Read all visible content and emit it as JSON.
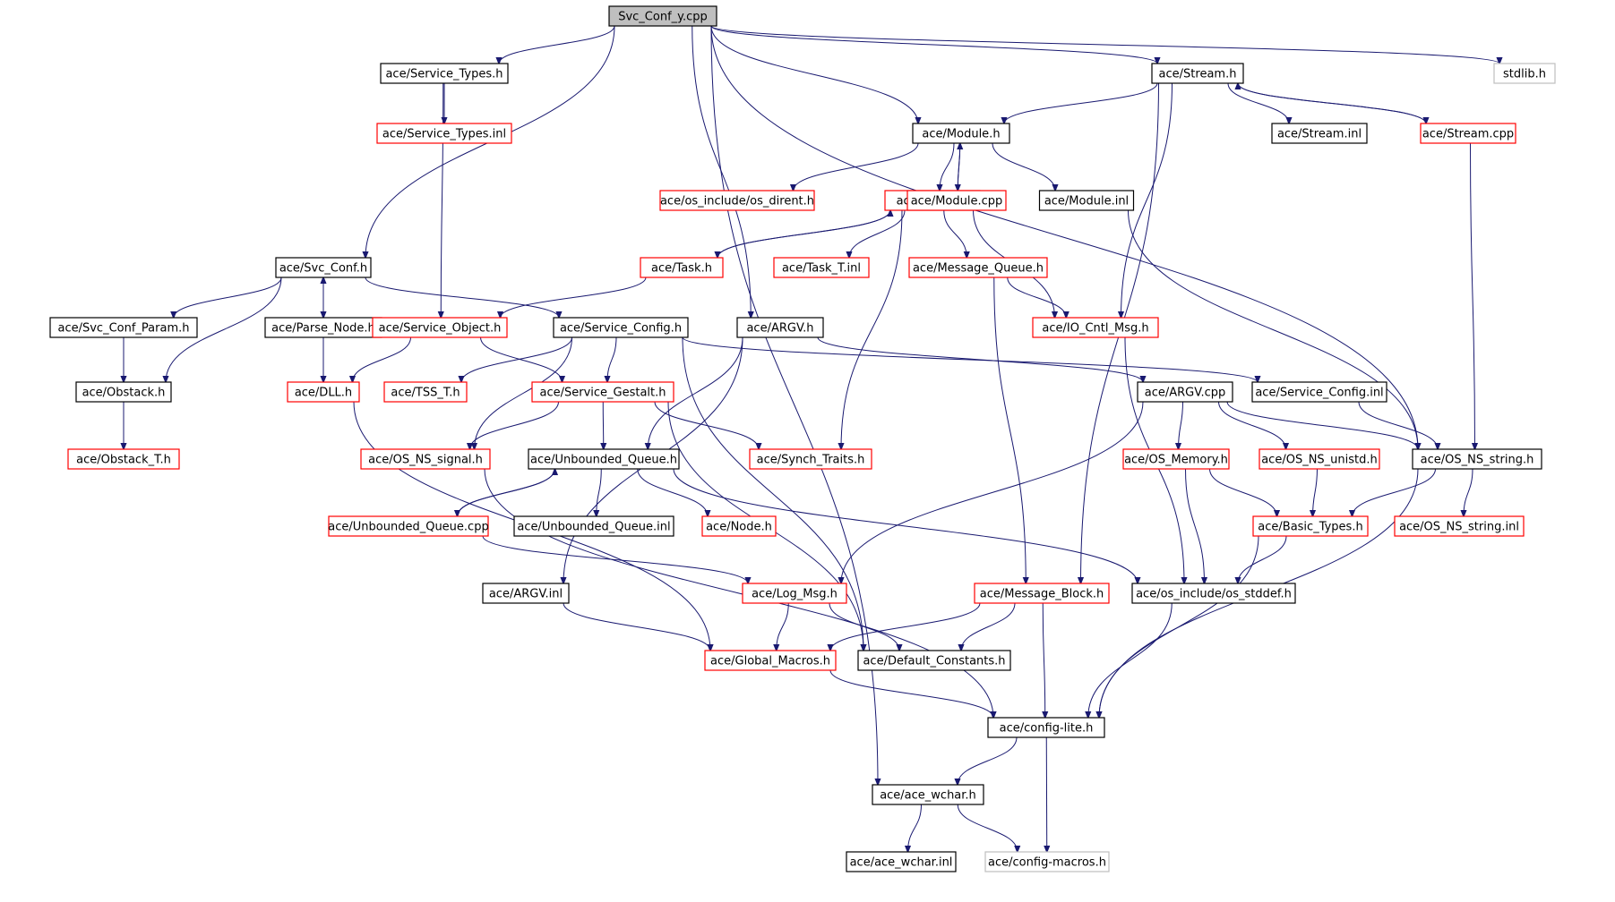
{
  "colors": {
    "edge": "#191970",
    "root_fill": "#bfbfbf",
    "normal_border": "#000000",
    "truncated_border": "#ff0000",
    "external_border": "#bfbfbf"
  },
  "nodes": [
    {
      "id": "root",
      "label": "Svc_Conf_y.cpp",
      "kind": "root"
    },
    {
      "id": "svc_types_h",
      "label": "ace/Service_Types.h",
      "kind": "normal"
    },
    {
      "id": "stream_h",
      "label": "ace/Stream.h",
      "kind": "normal"
    },
    {
      "id": "stdlib_h",
      "label": "stdlib.h",
      "kind": "external"
    },
    {
      "id": "svc_types_inl",
      "label": "ace/Service_Types.inl",
      "kind": "truncated"
    },
    {
      "id": "module_h",
      "label": "ace/Module.h",
      "kind": "normal"
    },
    {
      "id": "stream_inl",
      "label": "ace/Stream.inl",
      "kind": "normal"
    },
    {
      "id": "stream_cpp",
      "label": "ace/Stream.cpp",
      "kind": "truncated"
    },
    {
      "id": "os_dirent_h",
      "label": "ace/os_include/os_dirent.h",
      "kind": "truncated"
    },
    {
      "id": "task_t_h",
      "label": "ace/Task_T.h",
      "kind": "truncated"
    },
    {
      "id": "module_cpp",
      "label": "ace/Module.cpp",
      "kind": "truncated"
    },
    {
      "id": "module_inl",
      "label": "ace/Module.inl",
      "kind": "normal"
    },
    {
      "id": "svc_conf_h",
      "label": "ace/Svc_Conf.h",
      "kind": "normal"
    },
    {
      "id": "task_h",
      "label": "ace/Task.h",
      "kind": "truncated"
    },
    {
      "id": "task_t_inl",
      "label": "ace/Task_T.inl",
      "kind": "truncated"
    },
    {
      "id": "msg_queue_h",
      "label": "ace/Message_Queue.h",
      "kind": "truncated"
    },
    {
      "id": "svc_conf_param_h",
      "label": "ace/Svc_Conf_Param.h",
      "kind": "normal"
    },
    {
      "id": "parse_node_h",
      "label": "ace/Parse_Node.h",
      "kind": "normal"
    },
    {
      "id": "svc_object_h",
      "label": "ace/Service_Object.h",
      "kind": "truncated"
    },
    {
      "id": "svc_config_h",
      "label": "ace/Service_Config.h",
      "kind": "normal"
    },
    {
      "id": "argv_h",
      "label": "ace/ARGV.h",
      "kind": "normal"
    },
    {
      "id": "io_cntl_msg_h",
      "label": "ace/IO_Cntl_Msg.h",
      "kind": "truncated"
    },
    {
      "id": "obstack_h",
      "label": "ace/Obstack.h",
      "kind": "normal"
    },
    {
      "id": "dll_h",
      "label": "ace/DLL.h",
      "kind": "truncated"
    },
    {
      "id": "tss_t_h",
      "label": "ace/TSS_T.h",
      "kind": "truncated"
    },
    {
      "id": "svc_gestalt_h",
      "label": "ace/Service_Gestalt.h",
      "kind": "truncated"
    },
    {
      "id": "argv_cpp",
      "label": "ace/ARGV.cpp",
      "kind": "normal"
    },
    {
      "id": "svc_config_inl",
      "label": "ace/Service_Config.inl",
      "kind": "normal"
    },
    {
      "id": "obstack_t_h",
      "label": "ace/Obstack_T.h",
      "kind": "truncated"
    },
    {
      "id": "os_ns_signal_h",
      "label": "ace/OS_NS_signal.h",
      "kind": "truncated"
    },
    {
      "id": "unbounded_queue_h",
      "label": "ace/Unbounded_Queue.h",
      "kind": "normal"
    },
    {
      "id": "synch_traits_h",
      "label": "ace/Synch_Traits.h",
      "kind": "truncated"
    },
    {
      "id": "os_memory_h",
      "label": "ace/OS_Memory.h",
      "kind": "truncated"
    },
    {
      "id": "os_ns_unistd_h",
      "label": "ace/OS_NS_unistd.h",
      "kind": "truncated"
    },
    {
      "id": "os_ns_string_h",
      "label": "ace/OS_NS_string.h",
      "kind": "normal"
    },
    {
      "id": "unbounded_queue_cpp",
      "label": "ace/Unbounded_Queue.cpp",
      "kind": "truncated"
    },
    {
      "id": "unbounded_queue_inl",
      "label": "ace/Unbounded_Queue.inl",
      "kind": "normal"
    },
    {
      "id": "node_h",
      "label": "ace/Node.h",
      "kind": "truncated"
    },
    {
      "id": "basic_types_h",
      "label": "ace/Basic_Types.h",
      "kind": "truncated"
    },
    {
      "id": "os_ns_string_inl",
      "label": "ace/OS_NS_string.inl",
      "kind": "truncated"
    },
    {
      "id": "argv_inl",
      "label": "ace/ARGV.inl",
      "kind": "normal"
    },
    {
      "id": "log_msg_h",
      "label": "ace/Log_Msg.h",
      "kind": "truncated"
    },
    {
      "id": "msg_block_h",
      "label": "ace/Message_Block.h",
      "kind": "truncated"
    },
    {
      "id": "os_stddef_h",
      "label": "ace/os_include/os_stddef.h",
      "kind": "normal"
    },
    {
      "id": "global_macros_h",
      "label": "ace/Global_Macros.h",
      "kind": "truncated"
    },
    {
      "id": "default_constants_h",
      "label": "ace/Default_Constants.h",
      "kind": "normal"
    },
    {
      "id": "config_lite_h",
      "label": "ace/config-lite.h",
      "kind": "normal"
    },
    {
      "id": "ace_wchar_h",
      "label": "ace/ace_wchar.h",
      "kind": "normal"
    },
    {
      "id": "ace_wchar_inl",
      "label": "ace/ace_wchar.inl",
      "kind": "normal"
    },
    {
      "id": "config_macros_h",
      "label": "ace/config-macros.h",
      "kind": "external"
    }
  ],
  "edges": [
    [
      "root",
      "svc_types_h"
    ],
    [
      "root",
      "stream_h"
    ],
    [
      "root",
      "stdlib_h"
    ],
    [
      "root",
      "module_h"
    ],
    [
      "root",
      "svc_conf_h"
    ],
    [
      "root",
      "argv_h"
    ],
    [
      "root",
      "os_ns_string_h"
    ],
    [
      "root",
      "ace_wchar_h"
    ],
    [
      "svc_types_h",
      "svc_types_inl"
    ],
    [
      "svc_types_h",
      "svc_object_h"
    ],
    [
      "stream_h",
      "module_h"
    ],
    [
      "stream_h",
      "stream_inl"
    ],
    [
      "stream_h",
      "stream_cpp"
    ],
    [
      "stream_h",
      "io_cntl_msg_h"
    ],
    [
      "stream_h",
      "msg_block_h"
    ],
    [
      "stream_cpp",
      "stream_h"
    ],
    [
      "stream_cpp",
      "os_ns_string_h"
    ],
    [
      "module_h",
      "os_dirent_h"
    ],
    [
      "module_h",
      "task_t_h"
    ],
    [
      "module_h",
      "module_cpp"
    ],
    [
      "module_h",
      "module_inl"
    ],
    [
      "module_cpp",
      "module_h"
    ],
    [
      "module_inl",
      "os_ns_string_h"
    ],
    [
      "task_t_h",
      "task_h"
    ],
    [
      "task_t_h",
      "task_t_inl"
    ],
    [
      "task_t_h",
      "msg_queue_h"
    ],
    [
      "task_t_h",
      "io_cntl_msg_h"
    ],
    [
      "task_t_h",
      "synch_traits_h"
    ],
    [
      "task_h",
      "task_t_h"
    ],
    [
      "task_h",
      "svc_object_h"
    ],
    [
      "msg_queue_h",
      "io_cntl_msg_h"
    ],
    [
      "msg_queue_h",
      "msg_block_h"
    ],
    [
      "io_cntl_msg_h",
      "os_stddef_h"
    ],
    [
      "svc_conf_h",
      "svc_conf_param_h"
    ],
    [
      "svc_conf_h",
      "parse_node_h"
    ],
    [
      "svc_conf_h",
      "obstack_h"
    ],
    [
      "svc_conf_h",
      "svc_config_h"
    ],
    [
      "parse_node_h",
      "svc_conf_h"
    ],
    [
      "parse_node_h",
      "dll_h"
    ],
    [
      "svc_conf_param_h",
      "obstack_h"
    ],
    [
      "obstack_h",
      "obstack_t_h"
    ],
    [
      "svc_object_h",
      "dll_h"
    ],
    [
      "svc_object_h",
      "svc_gestalt_h"
    ],
    [
      "svc_config_h",
      "tss_t_h"
    ],
    [
      "svc_config_h",
      "svc_gestalt_h"
    ],
    [
      "svc_config_h",
      "os_ns_signal_h"
    ],
    [
      "svc_config_h",
      "svc_config_inl"
    ],
    [
      "svc_config_h",
      "default_constants_h"
    ],
    [
      "argv_h",
      "argv_cpp"
    ],
    [
      "argv_h",
      "unbounded_queue_h"
    ],
    [
      "argv_h",
      "argv_inl"
    ],
    [
      "dll_h",
      "global_macros_h"
    ],
    [
      "svc_gestalt_h",
      "os_ns_signal_h"
    ],
    [
      "svc_gestalt_h",
      "unbounded_queue_h"
    ],
    [
      "svc_gestalt_h",
      "synch_traits_h"
    ],
    [
      "svc_gestalt_h",
      "default_constants_h"
    ],
    [
      "argv_cpp",
      "os_memory_h"
    ],
    [
      "argv_cpp",
      "os_ns_unistd_h"
    ],
    [
      "argv_cpp",
      "os_ns_string_h"
    ],
    [
      "argv_cpp",
      "log_msg_h"
    ],
    [
      "svc_config_inl",
      "os_ns_string_h"
    ],
    [
      "os_ns_signal_h",
      "config_lite_h"
    ],
    [
      "unbounded_queue_h",
      "unbounded_queue_cpp"
    ],
    [
      "unbounded_queue_h",
      "unbounded_queue_inl"
    ],
    [
      "unbounded_queue_h",
      "node_h"
    ],
    [
      "unbounded_queue_h",
      "os_stddef_h"
    ],
    [
      "unbounded_queue_cpp",
      "unbounded_queue_h"
    ],
    [
      "unbounded_queue_cpp",
      "log_msg_h"
    ],
    [
      "os_memory_h",
      "basic_types_h"
    ],
    [
      "os_memory_h",
      "os_stddef_h"
    ],
    [
      "os_ns_unistd_h",
      "basic_types_h"
    ],
    [
      "os_ns_string_h",
      "basic_types_h"
    ],
    [
      "os_ns_string_h",
      "os_ns_string_inl"
    ],
    [
      "os_ns_string_h",
      "config_lite_h"
    ],
    [
      "basic_types_h",
      "os_stddef_h"
    ],
    [
      "basic_types_h",
      "config_lite_h"
    ],
    [
      "argv_inl",
      "global_macros_h"
    ],
    [
      "log_msg_h",
      "global_macros_h"
    ],
    [
      "log_msg_h",
      "default_constants_h"
    ],
    [
      "msg_block_h",
      "global_macros_h"
    ],
    [
      "msg_block_h",
      "default_constants_h"
    ],
    [
      "msg_block_h",
      "config_lite_h"
    ],
    [
      "os_stddef_h",
      "config_lite_h"
    ],
    [
      "global_macros_h",
      "config_lite_h"
    ],
    [
      "config_lite_h",
      "ace_wchar_h"
    ],
    [
      "config_lite_h",
      "config_macros_h"
    ],
    [
      "ace_wchar_h",
      "ace_wchar_inl"
    ],
    [
      "ace_wchar_h",
      "config_macros_h"
    ]
  ]
}
